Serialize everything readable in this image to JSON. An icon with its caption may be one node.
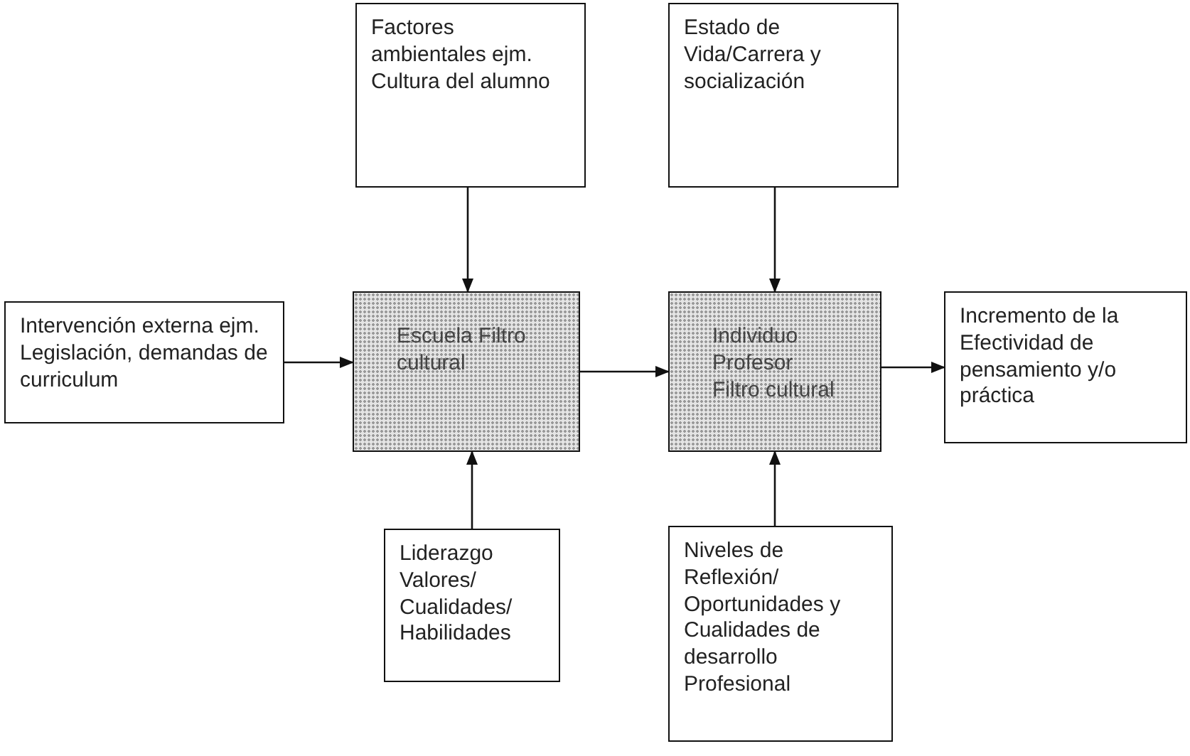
{
  "diagram": {
    "nodes": [
      {
        "text": [
          "Factores ambientales ejm. Cultura del alumno"
        ]
      },
      {
        "text": [
          "Estado de Vida/Carrera y socialización"
        ]
      },
      {
        "text": [
          "Intervención externa ejm. Legislación, demandas de curriculum"
        ]
      },
      {
        "text": [
          "Escuela Filtro cultural"
        ]
      },
      {
        "text": [
          "Individuo Profesor Filtro cultural"
        ]
      },
      {
        "text": [
          "Incremento de la Efectividad de pensamiento y/o práctica"
        ]
      },
      {
        "text": [
          "Liderazgo Valores/ Cualidades/ Habilidades"
        ]
      },
      {
        "text": [
          "Niveles de Reflexión/ Oportunidades y Cualidades de desarrollo Profesional"
        ]
      }
    ],
    "edges": [
      {
        "from": 0,
        "to": 3,
        "arrow": "to"
      },
      {
        "from": 1,
        "to": 4,
        "arrow": "to"
      },
      {
        "from": 2,
        "to": 3,
        "arrow": "to"
      },
      {
        "from": 3,
        "to": 4,
        "arrow": "to"
      },
      {
        "from": 4,
        "to": 5,
        "arrow": "to"
      },
      {
        "from": 6,
        "to": 3,
        "arrow": "to"
      },
      {
        "from": 7,
        "to": 4,
        "arrow": "to"
      }
    ]
  }
}
